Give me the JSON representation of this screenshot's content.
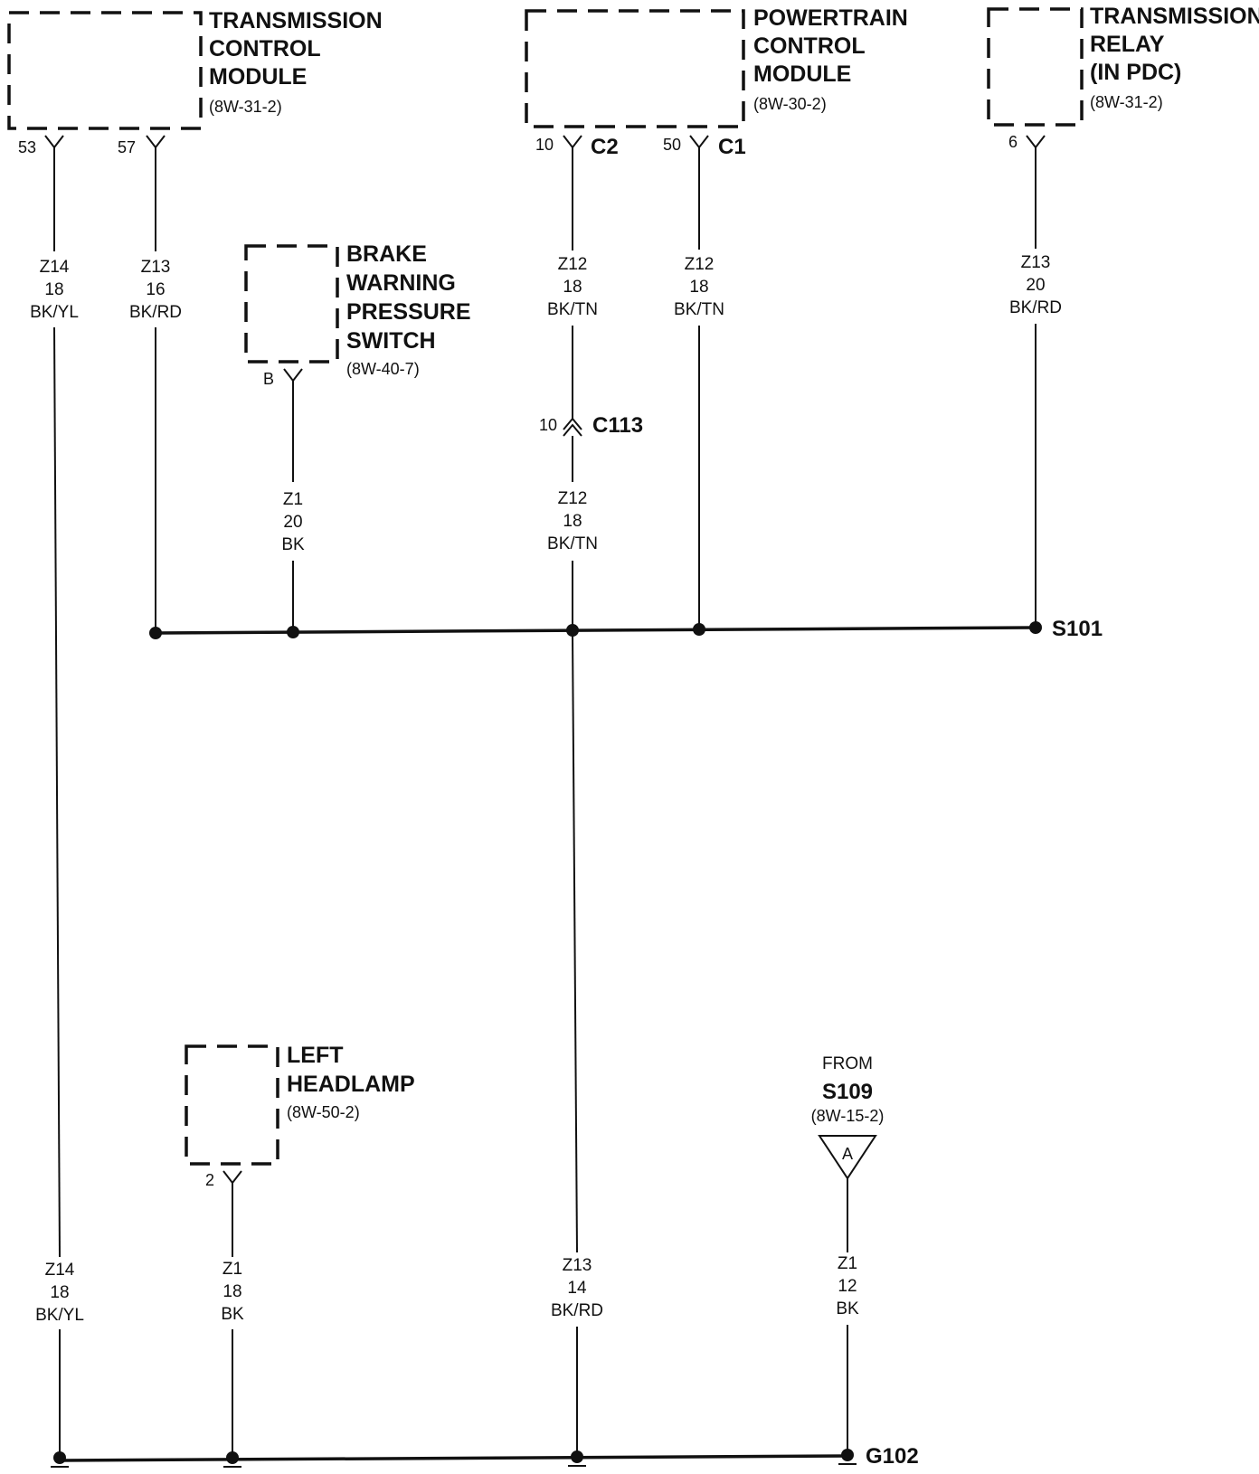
{
  "components": {
    "tcm": {
      "title": [
        "TRANSMISSION",
        "CONTROL",
        "MODULE"
      ],
      "ref": "(8W-31-2)"
    },
    "pcm": {
      "title": [
        "POWERTRAIN",
        "CONTROL",
        "MODULE"
      ],
      "ref": "(8W-30-2)"
    },
    "relay": {
      "title": [
        "TRANSMISSION",
        "RELAY",
        "(IN PDC)"
      ],
      "ref": "(8W-31-2)"
    },
    "brake": {
      "title": [
        "BRAKE",
        "WARNING",
        "PRESSURE",
        "SWITCH"
      ],
      "ref": "(8W-40-7)"
    },
    "headlamp": {
      "title": [
        "LEFT",
        "HEADLAMP"
      ],
      "ref": "(8W-50-2)"
    }
  },
  "pins": {
    "tcm_53": "53",
    "tcm_57": "57",
    "pcm_10": "10",
    "pcm_50": "50",
    "relay_6": "6",
    "brake_b": "B",
    "c113_10": "10",
    "headlamp_2": "2"
  },
  "connectors": {
    "c2": "C2",
    "c1": "C1",
    "c113": "C113"
  },
  "wires": {
    "tcm53_top": {
      "circuit": "Z14",
      "gauge": "18",
      "color": "BK/YL"
    },
    "tcm57": {
      "circuit": "Z13",
      "gauge": "16",
      "color": "BK/RD"
    },
    "pcm10_top": {
      "circuit": "Z12",
      "gauge": "18",
      "color": "BK/TN"
    },
    "pcm50": {
      "circuit": "Z12",
      "gauge": "18",
      "color": "BK/TN"
    },
    "relay6": {
      "circuit": "Z13",
      "gauge": "20",
      "color": "BK/RD"
    },
    "brake": {
      "circuit": "Z1",
      "gauge": "20",
      "color": "BK"
    },
    "c113_lower": {
      "circuit": "Z12",
      "gauge": "18",
      "color": "BK/TN"
    },
    "tcm53_bottom": {
      "circuit": "Z14",
      "gauge": "18",
      "color": "BK/YL"
    },
    "headlamp": {
      "circuit": "Z1",
      "gauge": "18",
      "color": "BK"
    },
    "s101_to_g102": {
      "circuit": "Z13",
      "gauge": "14",
      "color": "BK/RD"
    },
    "from_s109": {
      "circuit": "Z1",
      "gauge": "12",
      "color": "BK"
    }
  },
  "splices": {
    "s101": "S101",
    "g102": "G102"
  },
  "from_s109": {
    "from": "FROM",
    "splice": "S109",
    "ref": "(8W-15-2)",
    "letter": "A"
  }
}
